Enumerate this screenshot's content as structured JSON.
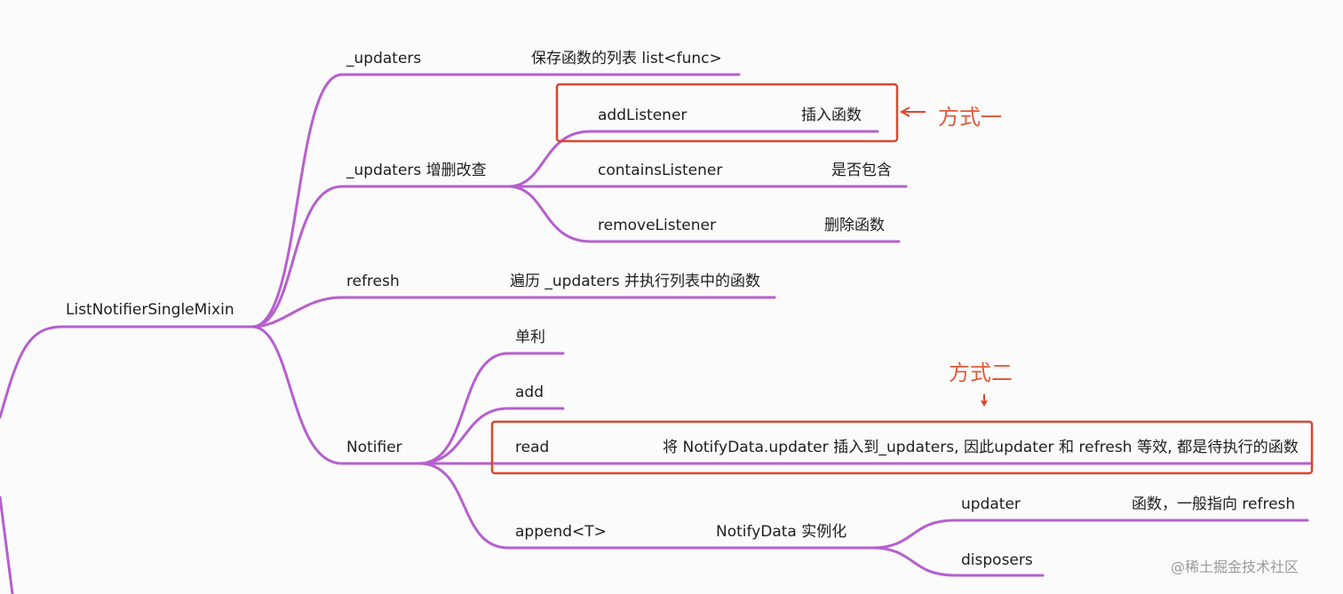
{
  "root": {
    "label": "ListNotifierSingleMixin"
  },
  "nodes": {
    "updaters": {
      "label": "_updaters",
      "desc": "保存函数的列表  list<func>"
    },
    "crud": {
      "label": "_updaters 增删改查",
      "children": {
        "add": {
          "label": "addListener",
          "desc": "插入函数"
        },
        "contains": {
          "label": "containsListener",
          "desc": "是否包含"
        },
        "remove": {
          "label": "removeListener",
          "desc": "删除函数"
        }
      }
    },
    "refresh": {
      "label": "refresh",
      "desc": "遍历 _updaters 并执行列表中的函数"
    },
    "notifier": {
      "label": "Notifier",
      "children": {
        "singleton": {
          "label": "单利"
        },
        "add": {
          "label": "add"
        },
        "read": {
          "label": "read",
          "desc": "将 NotifyData.updater  插入到_updaters, 因此updater 和 refresh 等效, 都是待执行的函数"
        },
        "append": {
          "label": "append<T>",
          "desc": "NotifyData 实例化",
          "children": {
            "updater": {
              "label": "updater",
              "desc": "函数，一般指向 refresh"
            },
            "disposers": {
              "label": "disposers"
            }
          }
        }
      }
    }
  },
  "annotations": {
    "method_one": "方式一",
    "method_two": "方式二"
  },
  "watermark": "@稀土掘金技术社区",
  "colors": {
    "branch": "#b65fce",
    "highlight": "#d9472f",
    "annotation_text": "#e35a3a"
  }
}
